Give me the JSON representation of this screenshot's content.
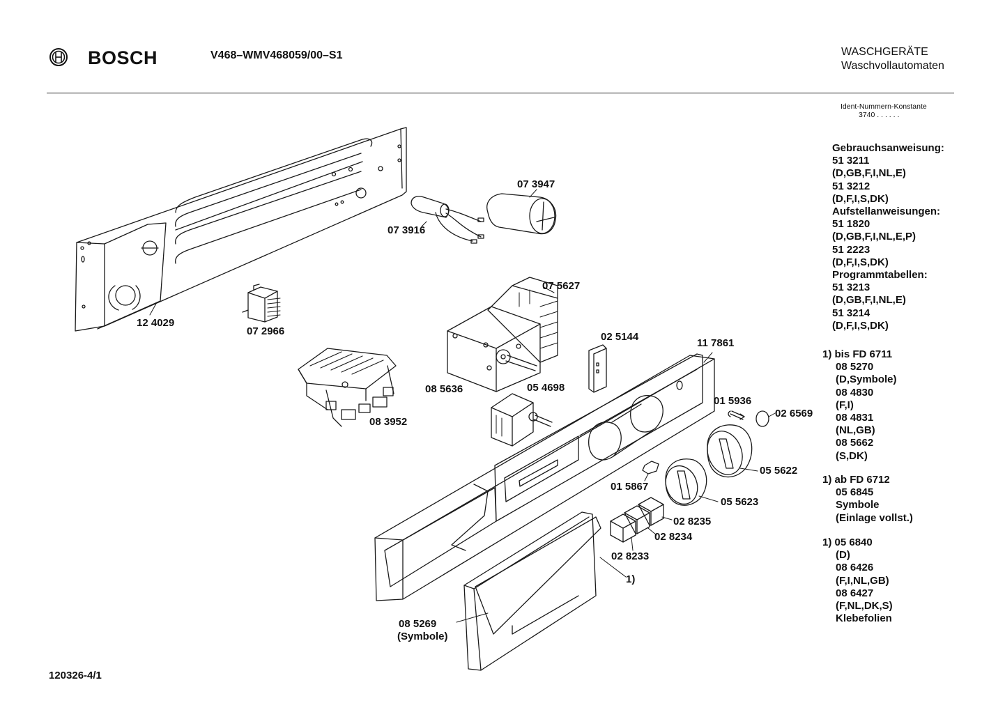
{
  "header": {
    "brand": "BOSCH",
    "model": "V468–WMV468059/00–S1",
    "category_line1": "WASCHGERÄTE",
    "category_line2": "Waschvollautomaten",
    "ident_label": "Ident-Nummern-Konstante",
    "ident_value": "3740  . .  . . . ."
  },
  "sidebar": {
    "docs": [
      "Gebrauchsanweisung:",
      "51 3211",
      "(D,GB,F,I,NL,E)",
      "51 3212",
      "(D,F,I,S,DK)",
      "Aufstellanweisungen:",
      "51 1820",
      "(D,GB,F,I,NL,E,P)",
      "51 2223",
      "(D,F,I,S,DK)",
      "Programmtabellen:",
      "51 3213",
      "(D,GB,F,I,NL,E)",
      "51 3214",
      "(D,F,I,S,DK)"
    ],
    "notes": [
      {
        "marker": "1)",
        "lines": [
          "bis FD 6711",
          "08 5270",
          "(D,Symbole)",
          "08 4830",
          "(F,I)",
          "08 4831",
          "(NL,GB)",
          "08 5662",
          "(S,DK)"
        ]
      },
      {
        "marker": "1)",
        "lines": [
          "ab FD 6712",
          "05 6845",
          "Symbole",
          "(Einlage vollst.)"
        ]
      },
      {
        "marker": "1)",
        "lines": [
          "05 6840",
          "(D)",
          "08 6426",
          "(F,I,NL,GB)",
          "08 6427",
          "(F,NL,DK,S)",
          "Klebefolien"
        ]
      }
    ]
  },
  "parts": [
    {
      "id": "p124029",
      "label": "12 4029"
    },
    {
      "id": "p073916",
      "label": "07 3916"
    },
    {
      "id": "p073947",
      "label": "07 3947"
    },
    {
      "id": "p072966",
      "label": "07 2966"
    },
    {
      "id": "p075627",
      "label": "07 5627"
    },
    {
      "id": "p085636",
      "label": "08 5636"
    },
    {
      "id": "p083952",
      "label": "08 3952"
    },
    {
      "id": "p025144",
      "label": "02 5144"
    },
    {
      "id": "p054698",
      "label": "05 4698"
    },
    {
      "id": "p117861",
      "label": "11 7861"
    },
    {
      "id": "p015936",
      "label": "01 5936"
    },
    {
      "id": "p026569",
      "label": "02 6569"
    },
    {
      "id": "p055622",
      "label": "05 5622"
    },
    {
      "id": "p015867",
      "label": "01 5867"
    },
    {
      "id": "p055623",
      "label": "05 5623"
    },
    {
      "id": "p028235",
      "label": "02 8235"
    },
    {
      "id": "p028234",
      "label": "02 8234"
    },
    {
      "id": "p028233",
      "label": "02 8233"
    },
    {
      "id": "pnote1",
      "label": "1)"
    },
    {
      "id": "p085269",
      "label": "08 5269"
    },
    {
      "id": "psymbole",
      "label": "(Symbole)"
    }
  ],
  "footer": {
    "drawing_number": "120326-4/1"
  }
}
